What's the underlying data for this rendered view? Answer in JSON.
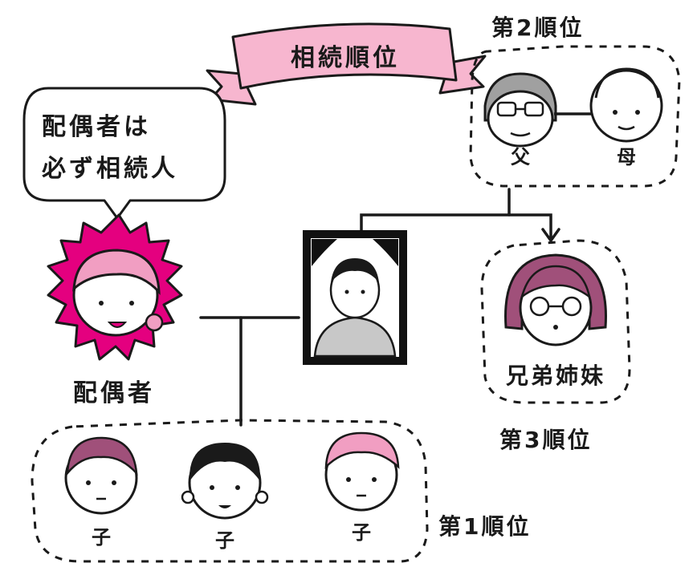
{
  "title": "相続順位",
  "speech": {
    "line1": "配偶者は",
    "line2": "必ず相続人"
  },
  "spouse": {
    "label": "配偶者"
  },
  "parents": {
    "group_label": "第2順位",
    "father": "父",
    "mother": "母"
  },
  "siblings": {
    "label": "兄弟姉妹",
    "group_label": "第3順位"
  },
  "children": {
    "group_label": "第1順位",
    "items": [
      "子",
      "子",
      "子"
    ]
  },
  "colors": {
    "ribbon": "#f7b6cf",
    "spouse_burst": "#e4007f",
    "spouse_hair": "#f19ec2",
    "sibling_hair": "#a0507a",
    "line": "#1a1a1a"
  }
}
